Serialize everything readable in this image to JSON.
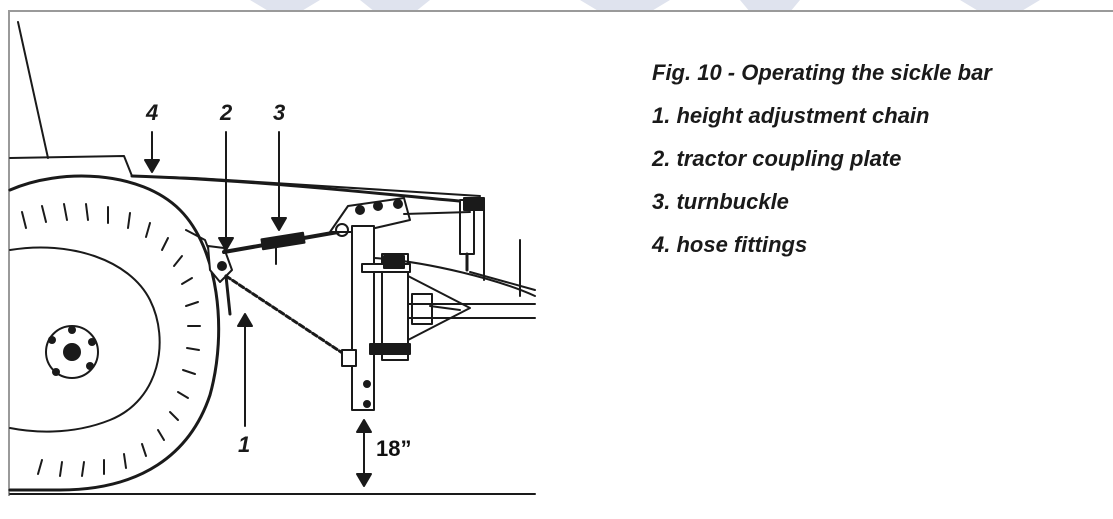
{
  "figure": {
    "title": "Fig. 10 - Operating the sickle bar",
    "legend": [
      "1. height adjustment chain",
      "2. tractor coupling plate",
      "3. turnbuckle",
      "4. hose fittings"
    ],
    "callouts": {
      "c1": "1",
      "c2": "2",
      "c3": "3",
      "c4": "4"
    },
    "dimension_label": "18”"
  },
  "watermark_color": "#dfe3ee"
}
